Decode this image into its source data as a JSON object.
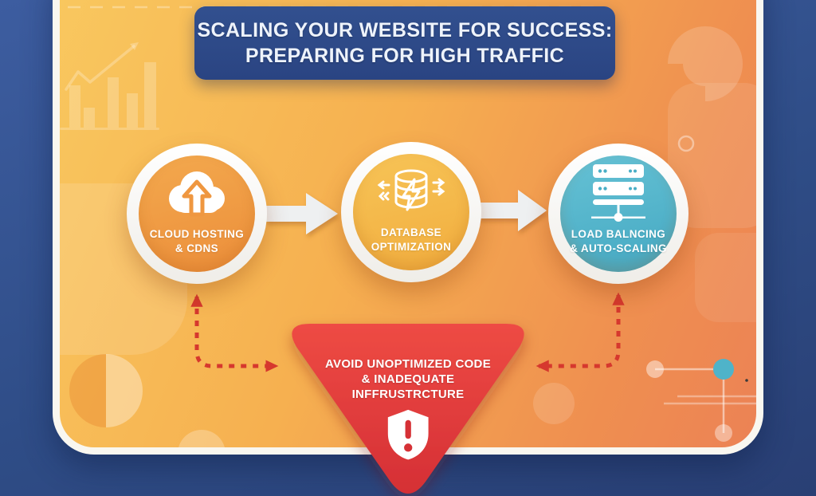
{
  "title": {
    "line1": "SCALING YOUR WEBSITE FOR SUCCESS:",
    "line2": "PREPARING FOR HIGH TRAFFIC"
  },
  "steps": [
    {
      "label_line1": "CLOUD HOSTING",
      "label_line2": "& CDNS",
      "icon": "cloud-upload-icon",
      "color": "#f09a42"
    },
    {
      "label_line1": "DATABASE",
      "label_line2": "OPTIMIZATION",
      "icon": "database-bolt-icon",
      "color": "#f4ba4a"
    },
    {
      "label_line1": "LOAD BALNCING",
      "label_line2": "& AUTO-SCALING",
      "icon": "server-stack-icon",
      "color": "#55b6cc"
    }
  ],
  "warning": {
    "line1": "AVOID UNOPTIMIZED CODE",
    "line2": "& INADEQUATE",
    "line3": "INFFRUSTRCTURE",
    "icon": "shield-alert-icon",
    "color": "#e23b3c"
  },
  "colors": {
    "frame_blue": "#2f4d87",
    "banner_blue": "#2e4a8c",
    "card_gradient_start": "#f9c85f",
    "card_gradient_end": "#ec8255",
    "step1_orange": "#f09a42",
    "step2_gold": "#f4ba4a",
    "step3_teal": "#55b6cc",
    "warning_red": "#e23b3c",
    "dashed_arrow_red": "#d6382e",
    "flow_arrow_gray": "#eef0f1"
  },
  "decorations": [
    "bar-chart",
    "trend-arrow",
    "pie-chart",
    "ring",
    "network-nodes",
    "dashed-line"
  ]
}
